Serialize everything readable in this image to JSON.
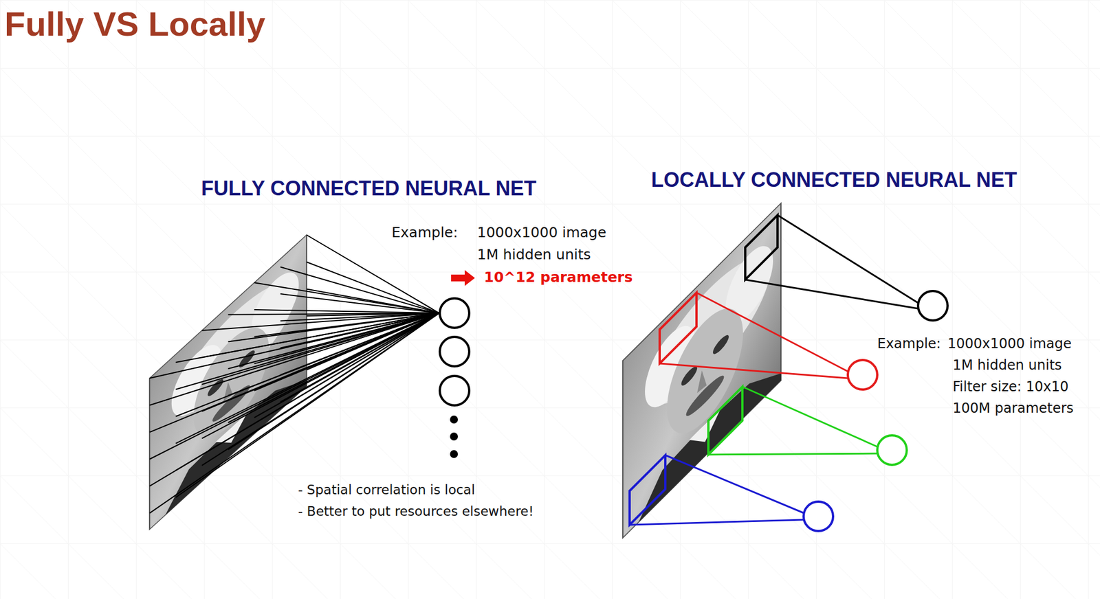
{
  "diagram": {
    "title": "Fully VS Locally",
    "labels": [
      "FULLY CONNECTED NEURAL NET",
      "Example:",
      "1000x1000 image",
      "1M hidden units",
      "10^12 parameters",
      "- Spatial correlation is local",
      "- Better to put resources elsewhere!",
      "LOCALLY CONNECTED NEURAL NET",
      "Example:",
      "1000x1000 image",
      "1M hidden units",
      "Filter size: 10x10",
      "100M parameters"
    ]
  }
}
